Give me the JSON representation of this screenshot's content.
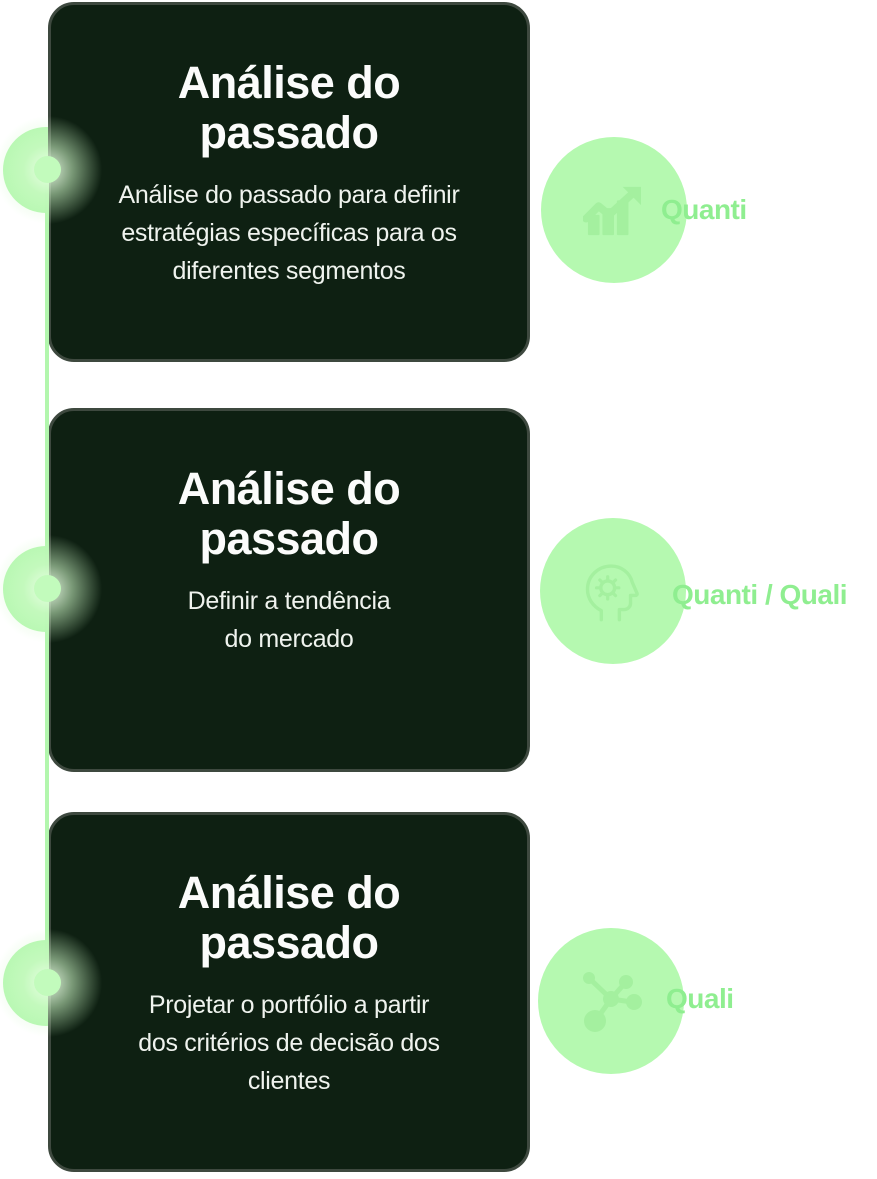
{
  "diagram": {
    "type": "vertical-process-timeline",
    "steps": [
      {
        "title": "Análise do\npassado",
        "body": "Análise do passado para definir\nestratégias específicas para os\ndiferentes segmentos",
        "tag": "Quanti",
        "icon": "bar-chart-trend-icon"
      },
      {
        "title": "Análise do\npassado",
        "body": "Definir a tendência\ndo mercado",
        "tag": "Quanti / Quali",
        "icon": "head-gear-icon"
      },
      {
        "title": "Análise do\npassado",
        "body": "Projetar o portfólio a partir\ndos critérios de decisão dos\nclientes",
        "tag": "Quali",
        "icon": "network-molecule-icon"
      }
    ],
    "colors": {
      "card_background": "#0e2012",
      "card_border": "#3e493f",
      "accent_light_green": "#b5f9b0",
      "icon_green": "#a4f09f",
      "tag_text_green": "#8fee90",
      "title_text": "#fbfcfb",
      "body_text": "#eff3ee",
      "page_background": "#ffffff"
    }
  }
}
